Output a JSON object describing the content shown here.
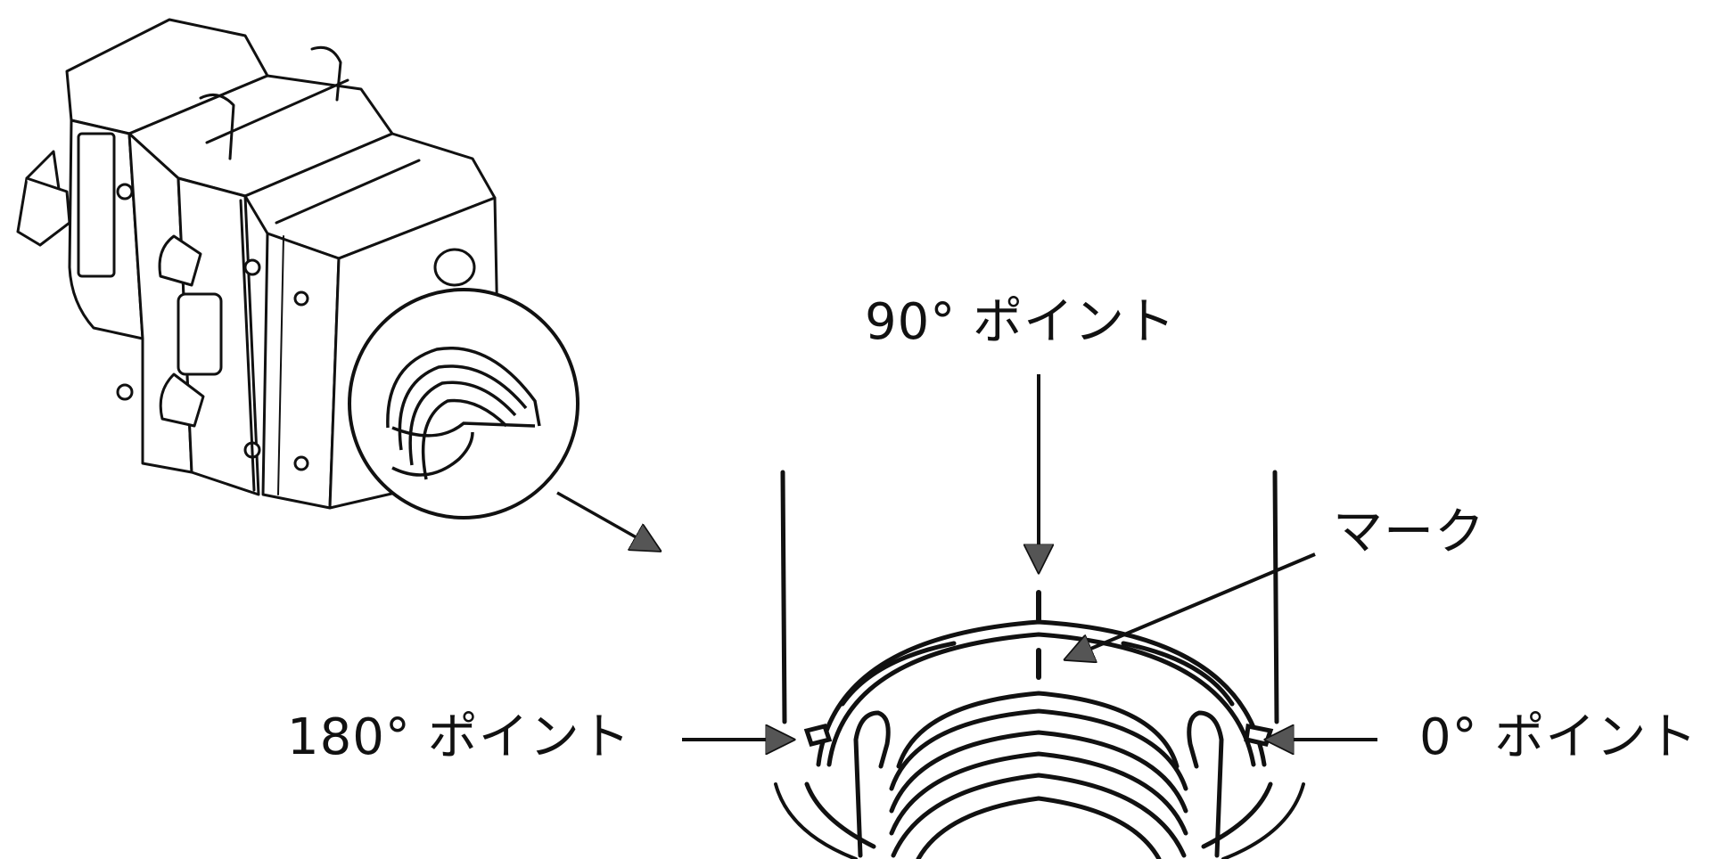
{
  "labels": {
    "point_90": "90° ポイント",
    "mark": "マーク",
    "point_180": "180° ポイント",
    "point_0": "0° ポイント"
  },
  "colors": {
    "ink": "#111111",
    "background": "#ffffff",
    "arrow_fill": "#555555"
  },
  "icons": {
    "callout_circle": "magnifier-circle-icon",
    "actuator": "actuator-body-icon"
  }
}
